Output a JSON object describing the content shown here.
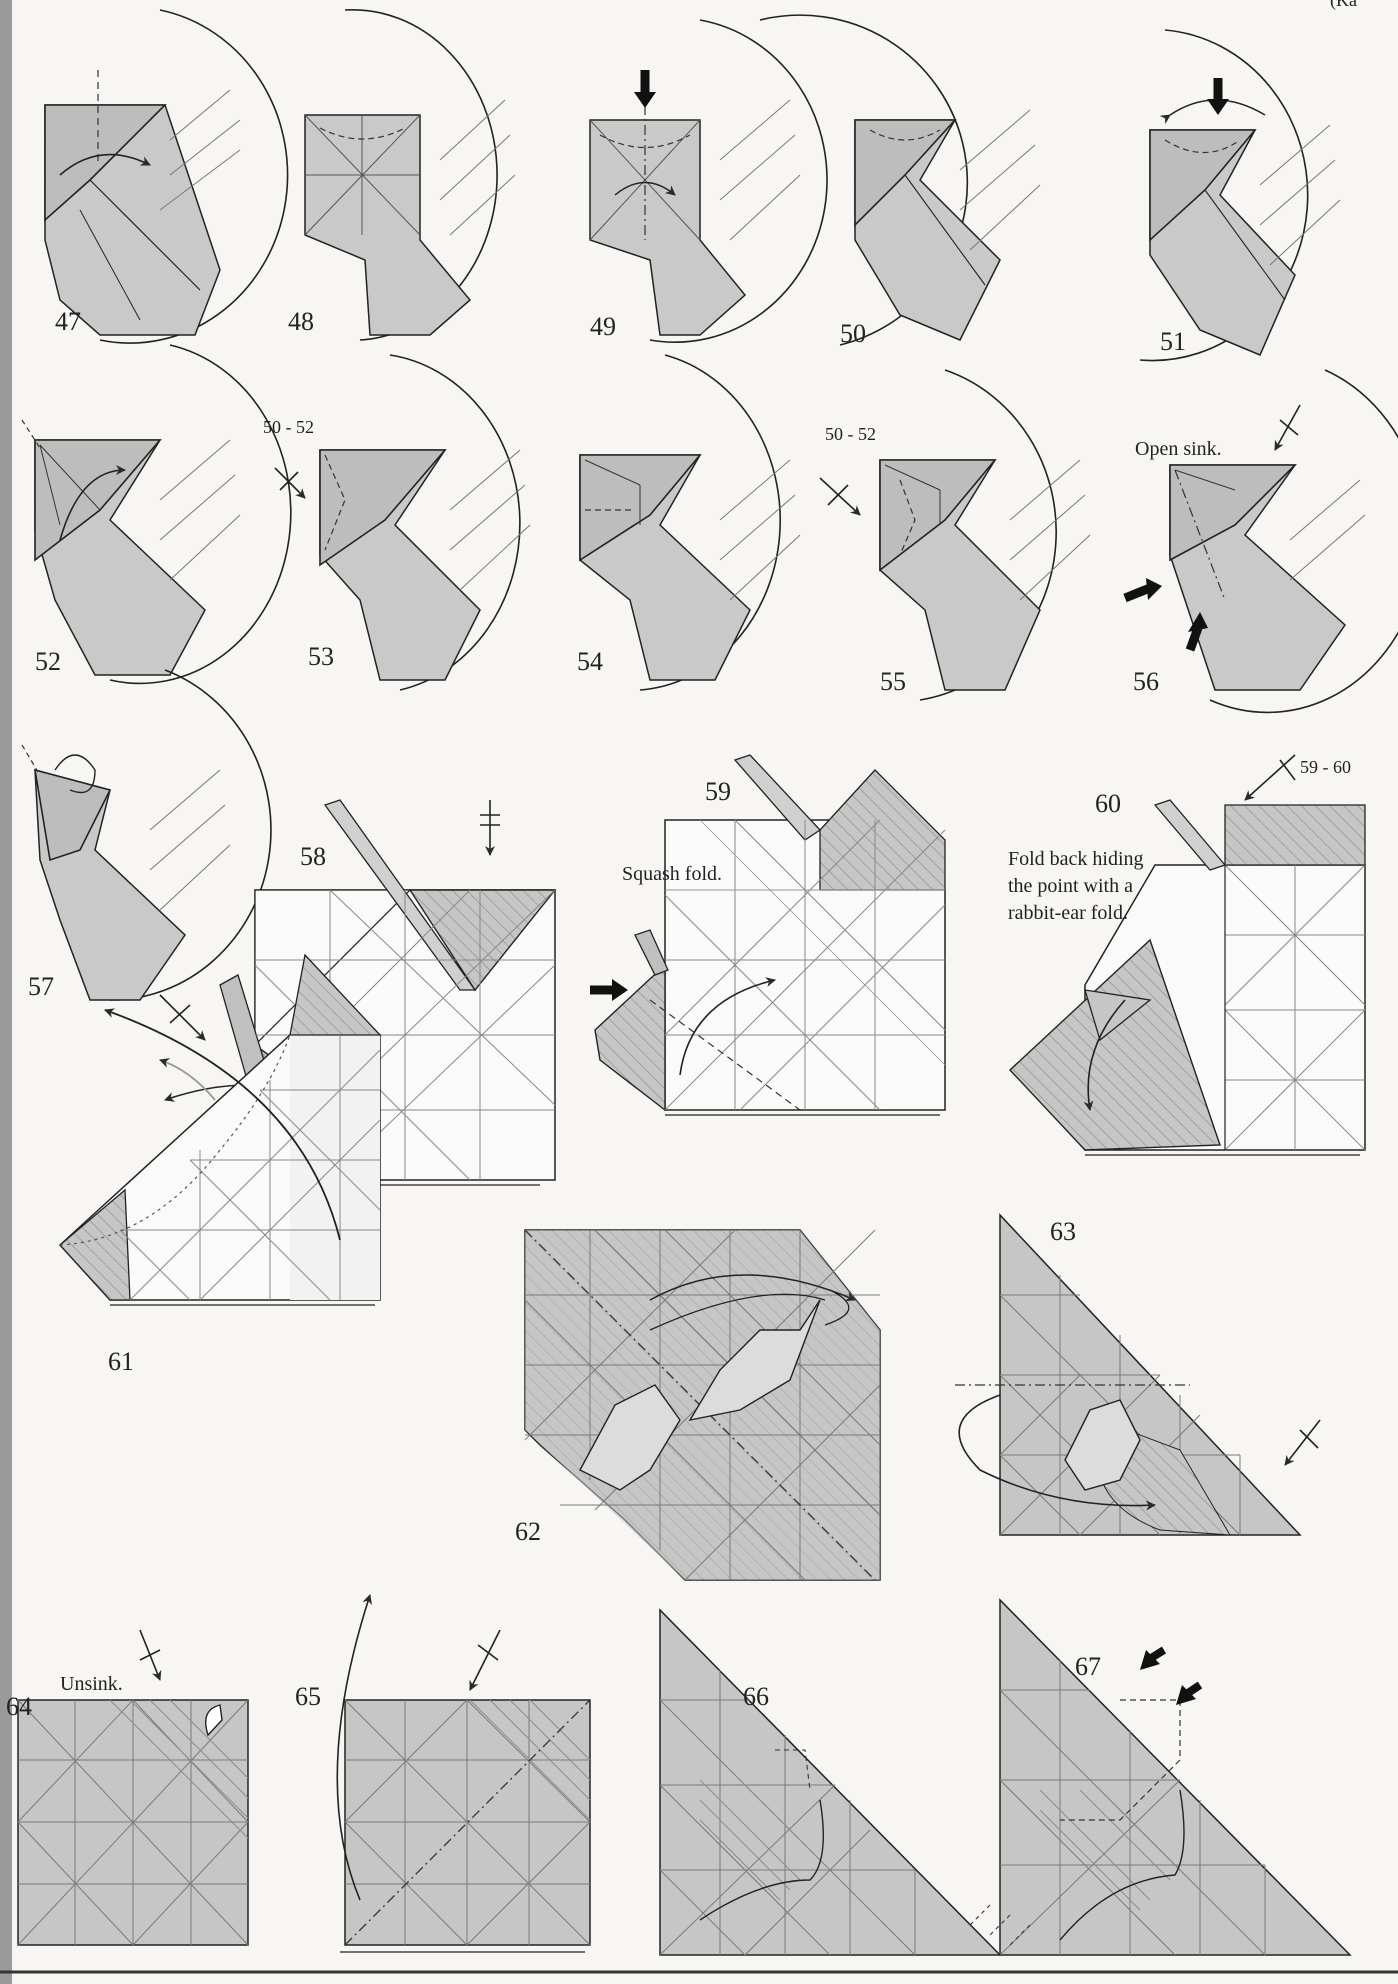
{
  "header": {
    "corner_text": "(Ka"
  },
  "steps": [
    {
      "number": "47"
    },
    {
      "number": "48"
    },
    {
      "number": "49"
    },
    {
      "number": "50"
    },
    {
      "number": "51"
    },
    {
      "number": "52"
    },
    {
      "number": "53"
    },
    {
      "number": "54"
    },
    {
      "number": "55"
    },
    {
      "number": "56"
    },
    {
      "number": "57"
    },
    {
      "number": "58"
    },
    {
      "number": "59"
    },
    {
      "number": "60"
    },
    {
      "number": "61"
    },
    {
      "number": "62"
    },
    {
      "number": "63"
    },
    {
      "number": "64"
    },
    {
      "number": "65"
    },
    {
      "number": "66"
    },
    {
      "number": "67"
    }
  ],
  "annotations": {
    "repeat_53": "50 - 52",
    "repeat_55": "50 - 52",
    "repeat_60": "59 - 60",
    "open_sink": "Open sink.",
    "squash_fold": "Squash fold.",
    "fold_back_line1": "Fold back hiding",
    "fold_back_line2": "the point with a",
    "fold_back_line3": "rabbit-ear fold.",
    "unsink": "Unsink."
  },
  "colors": {
    "paper_gray": "#c9c9c9",
    "paper_light": "#fafafa",
    "line": "#2a2a2a",
    "crease": "#8a8a8a"
  }
}
